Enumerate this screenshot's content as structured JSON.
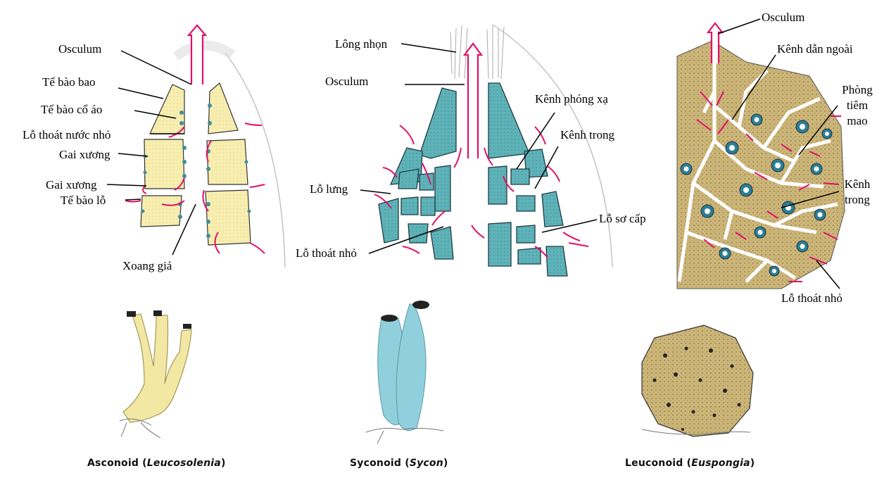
{
  "asconoid": {
    "labels": {
      "osculum": "Osculum",
      "te_bao_bao": "Tế bào bao",
      "te_bao_co_ao": "Tế bào cổ áo",
      "lo_thoat_nuoc_nho": "Lỗ thoát nước nhỏ",
      "gai_xuong_1": "Gai xương",
      "gai_xuong_2": "Gai xương",
      "te_bao_lo": "Tế bào lỗ",
      "xoang_gia": "Xoang giả"
    },
    "caption": {
      "type": "Asconoid (",
      "genus": "Leucosolenia",
      "close": ")"
    }
  },
  "syconoid": {
    "labels": {
      "long_nhon": "Lông nhọn",
      "osculum": "Osculum",
      "kenh_phong_xa": "Kênh phóng xạ",
      "kenh_trong": "Kênh trong",
      "lo_lung": "Lỗ lưng",
      "lo_so_cap": "Lỗ sơ cấp",
      "lo_thoat_nho": "Lỗ thoát nhỏ"
    },
    "caption": {
      "type": "Syconoid (",
      "genus": "Sycon",
      "close": ")"
    }
  },
  "leuconoid": {
    "labels": {
      "osculum": "Osculum",
      "kenh_dan_ngoai": "Kênh dẫn ngoài",
      "phong_tiem_mao_1": "Phòng",
      "phong_tiem_mao_2": "tiêm",
      "phong_tiem_mao_3": "mao",
      "kenh_trong_1": "Kênh",
      "kenh_trong_2": "trong",
      "lo_thoat_nho": "Lỗ thoát nhỏ"
    },
    "caption": {
      "type": "Leuconoid (",
      "genus": "Euspongia",
      "close": ")"
    }
  },
  "colors": {
    "asconoid_fill": "#f5eaa8",
    "syconoid_fill": "#5fb2b8",
    "leuconoid_fill": "#c8b478",
    "flow_arrow": "#e0106a",
    "outline": "#222222"
  }
}
